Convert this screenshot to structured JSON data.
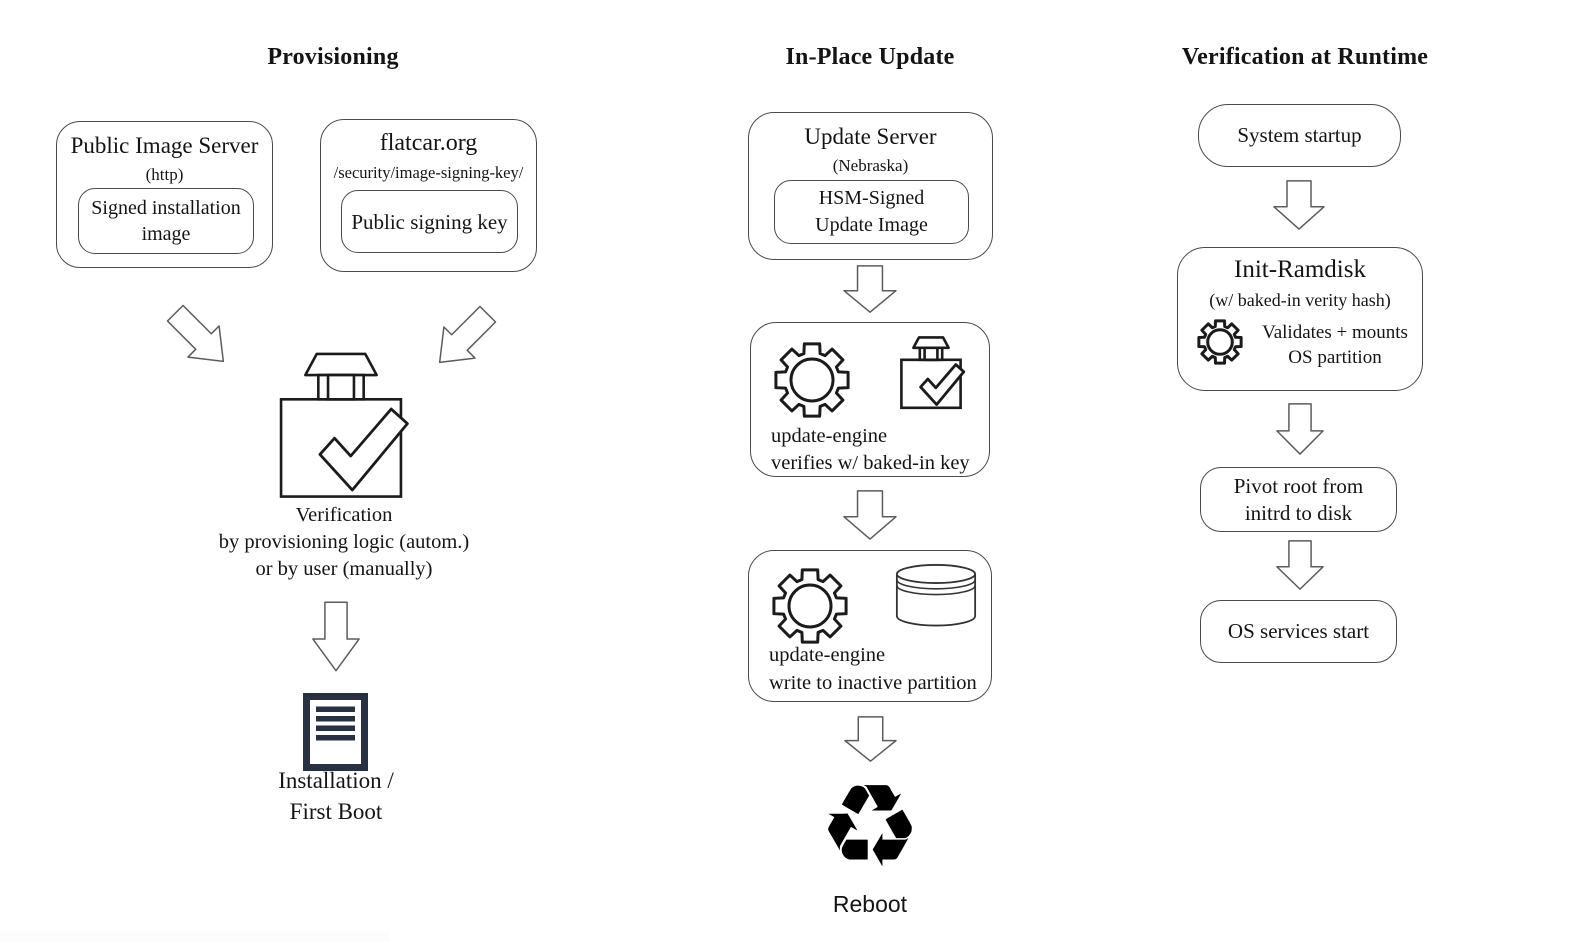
{
  "colors": {
    "background": "#ffffff",
    "box_border": "#4a4a4a",
    "text": "#141414",
    "icon_stroke": "#1b1b1b",
    "arrow_outline": "#5c5c5c",
    "document_icon": "#263243",
    "recycle_icon": "#000000",
    "footer_strip": "#fcfcfc"
  },
  "icons": {
    "recycle_glyph": "♻"
  },
  "provisioning": {
    "title": "Provisioning",
    "public_image_server": {
      "title": "Public Image Server",
      "subtitle": "(http)",
      "inner_label": "Signed installation image"
    },
    "flatcar": {
      "title": "flatcar.org",
      "subtitle": "/security/image-signing-key/",
      "inner_label": "Public signing key"
    },
    "verification_caption": {
      "line1": "Verification",
      "line2": "by provisioning logic (autom.)",
      "line3": "or by user (manually)"
    },
    "install_caption": {
      "line1": "Installation /",
      "line2": "First Boot"
    }
  },
  "in_place_update": {
    "title": "In-Place Update",
    "update_server": {
      "title": "Update Server",
      "subtitle": "(Nebraska)",
      "inner_line1": "HSM-Signed",
      "inner_line2": "Update Image"
    },
    "verify_step": {
      "line1": "update-engine",
      "line2": "verifies w/ baked-in key"
    },
    "write_step": {
      "line1": "update-engine",
      "line2": "write to inactive partition"
    },
    "reboot_label": "Reboot"
  },
  "runtime": {
    "title": "Verification at Runtime",
    "system_startup_label": "System startup",
    "init_ramdisk": {
      "title": "Init-Ramdisk",
      "subtitle": "(w/ baked-in verity hash)",
      "line1": "Validates + mounts",
      "line2": "OS partition"
    },
    "pivot": {
      "line1": "Pivot root from",
      "line2": "initrd to disk"
    },
    "os_services_label": "OS services start"
  }
}
